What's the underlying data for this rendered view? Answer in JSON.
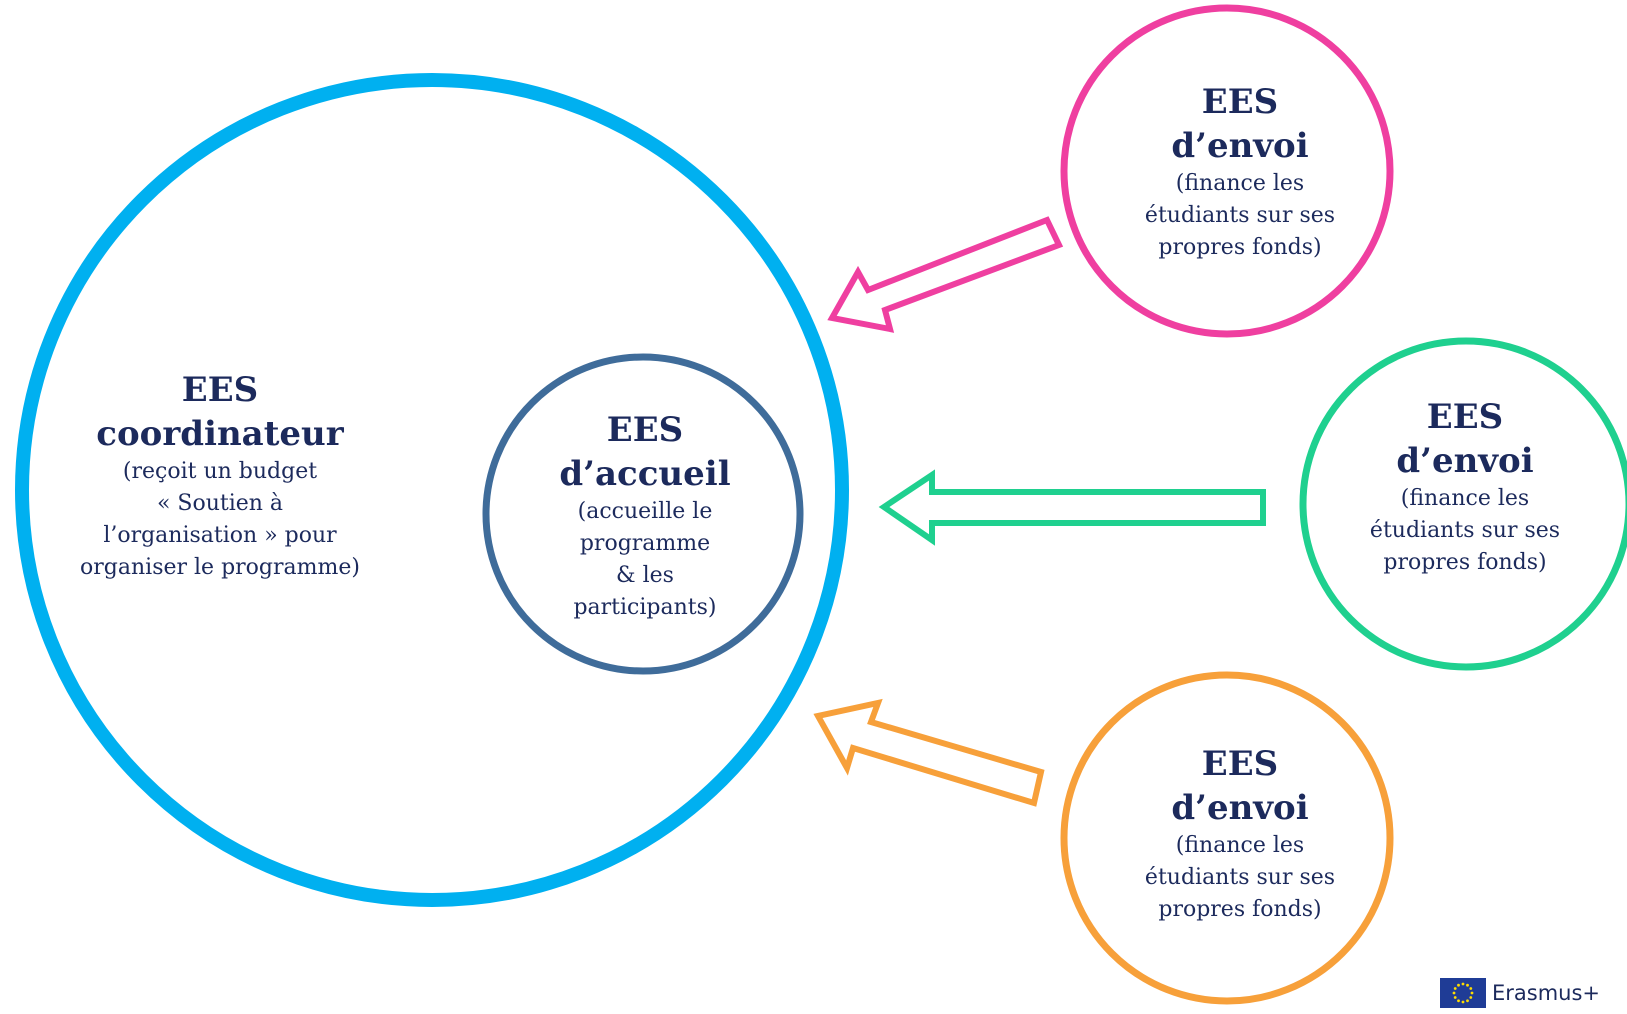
{
  "nodes": {
    "coordinator": {
      "title_1": "EES",
      "title_2": "coordinateur",
      "desc": [
        "(reçoit un budget",
        "« Soutien à",
        "l’organisation » pour",
        "organiser le programme)"
      ],
      "color": "#00b0f0"
    },
    "host": {
      "title_1": "EES",
      "title_2": "d’accueil",
      "desc": [
        "(accueille le",
        "programme",
        "& les",
        "participants)"
      ],
      "color": "#3f6c9a"
    },
    "sender_1": {
      "title_1": "EES",
      "title_2": "d’envoi",
      "desc": [
        "(finance les",
        "étudiants sur ses",
        "propres fonds)"
      ],
      "color": "#ef3fa0"
    },
    "sender_2": {
      "title_1": "EES",
      "title_2": "d’envoi",
      "desc": [
        "(finance les",
        "étudiants sur ses",
        "propres fonds)"
      ],
      "color": "#1fd08f"
    },
    "sender_3": {
      "title_1": "EES",
      "title_2": "d’envoi",
      "desc": [
        "(finance les",
        "étudiants sur ses",
        "propres fonds)"
      ],
      "color": "#f7a03a"
    }
  },
  "logo": {
    "name": "Erasmus+",
    "flag_color": "#1f3c96",
    "star_color": "#ffdd00"
  },
  "text_color": "#1c2a5c"
}
